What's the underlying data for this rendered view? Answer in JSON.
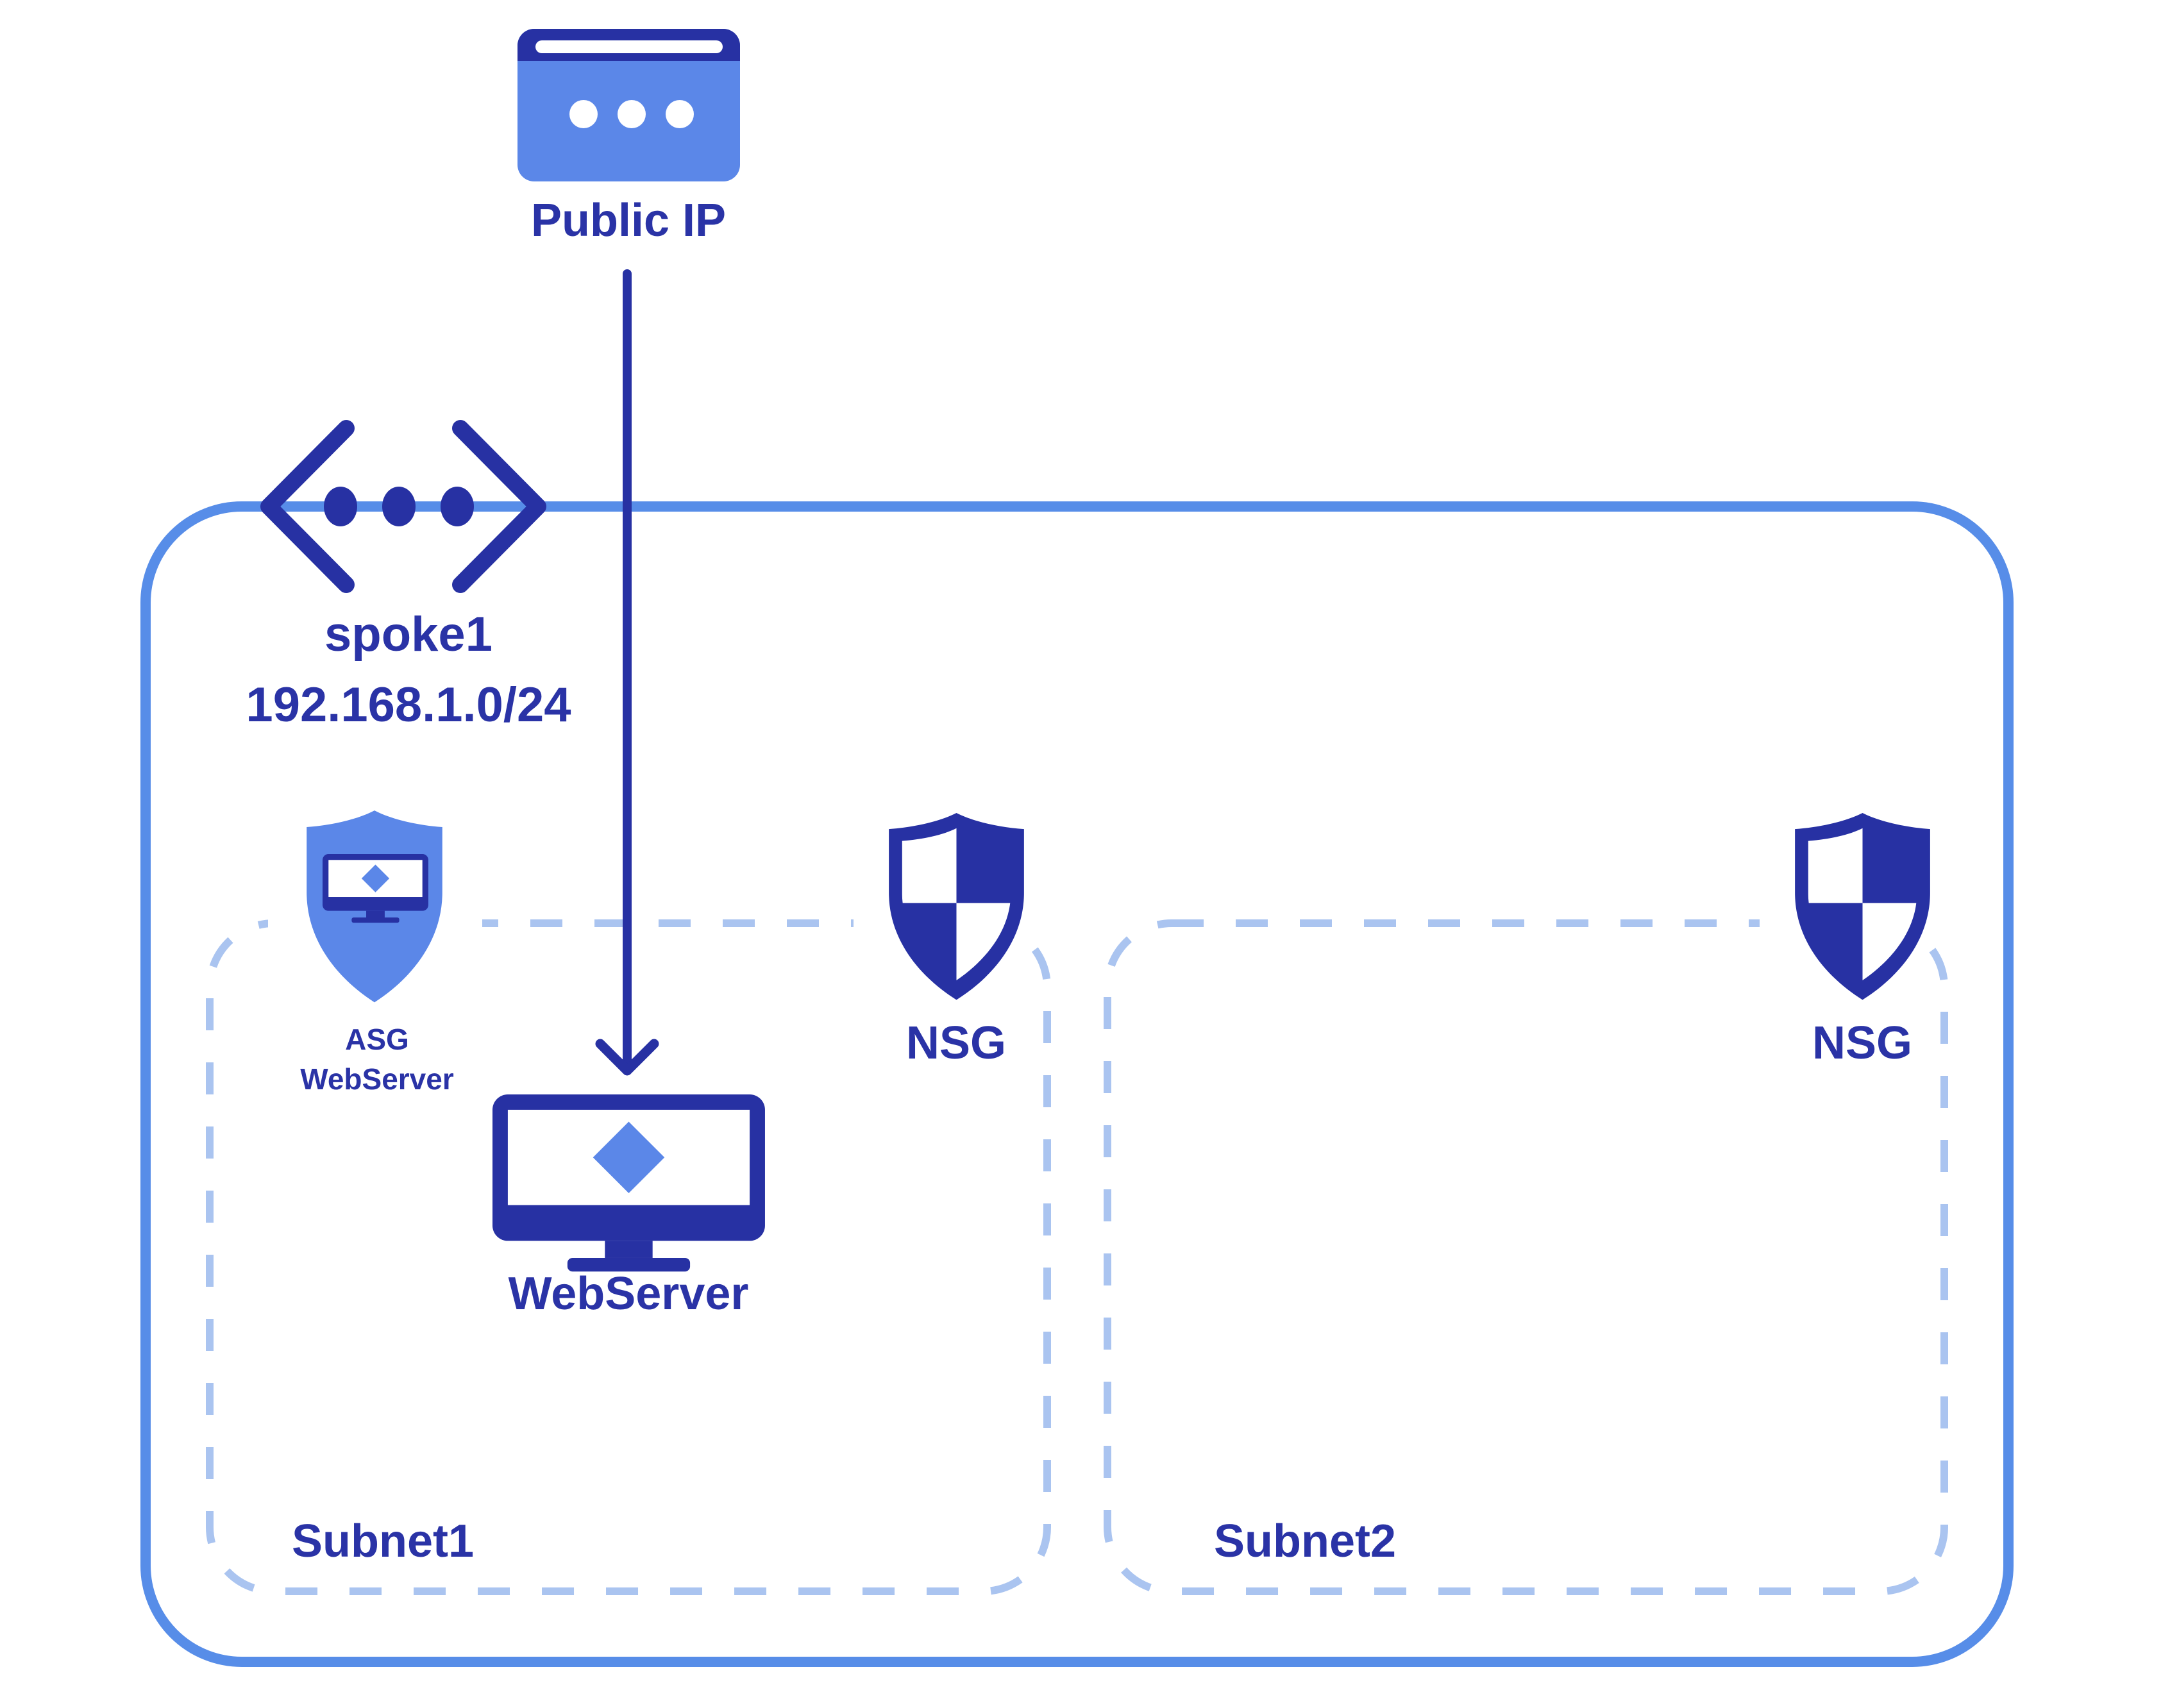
{
  "colors": {
    "navy": "#2731A3",
    "blue": "#5B87E8",
    "border_blue": "#578DE8",
    "dash_blue": "#AAC4F0",
    "text": "#2A33A6",
    "background": "#FFFFFF"
  },
  "nodes": {
    "public_ip": {
      "label": "Public IP"
    },
    "vnet": {
      "name": "spoke1",
      "cidr": "192.168.1.0/24"
    },
    "webserver": {
      "label": "WebServer"
    },
    "asg": {
      "label_line1": "ASG",
      "label_line2": "WebServer"
    },
    "nsg_subnet1": {
      "label": "NSG"
    },
    "nsg_subnet2": {
      "label": "NSG"
    },
    "subnet1": {
      "label": "Subnet1"
    },
    "subnet2": {
      "label": "Subnet2"
    }
  },
  "edges": {
    "public_ip_to_webserver": {
      "from": "Public IP",
      "to": "WebServer",
      "type": "arrow",
      "direction": "down"
    }
  }
}
